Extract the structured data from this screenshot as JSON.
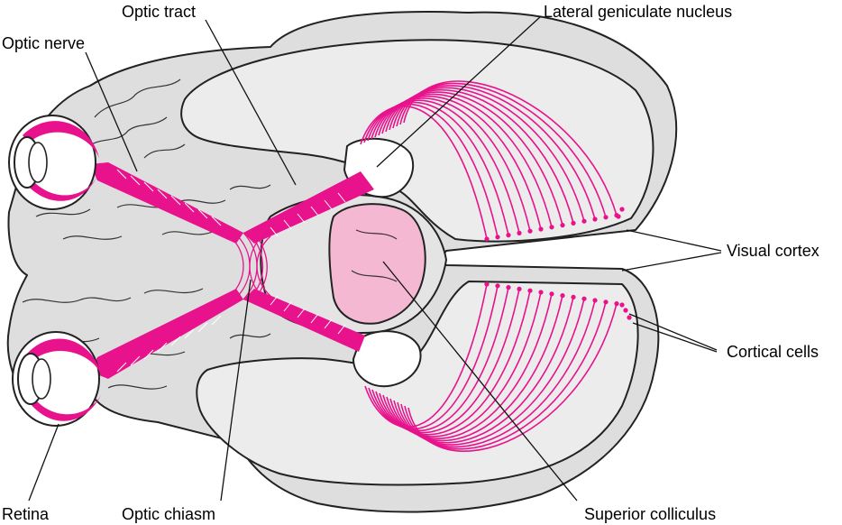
{
  "colors": {
    "pathway": "#e8128c",
    "colliculus": "#f5b8d2",
    "brain_fill": "#dedede",
    "cortex_fill": "#ececec",
    "outline": "#222222"
  },
  "labels": {
    "optic_tract": "Optic tract",
    "optic_nerve": "Optic nerve",
    "lateral_geniculate_nucleus": "Lateral geniculate nucleus",
    "visual_cortex": "Visual cortex",
    "cortical_cells": "Cortical cells",
    "retina": "Retina",
    "optic_chiasm": "Optic chiasm",
    "superior_colliculus": "Superior colliculus"
  }
}
